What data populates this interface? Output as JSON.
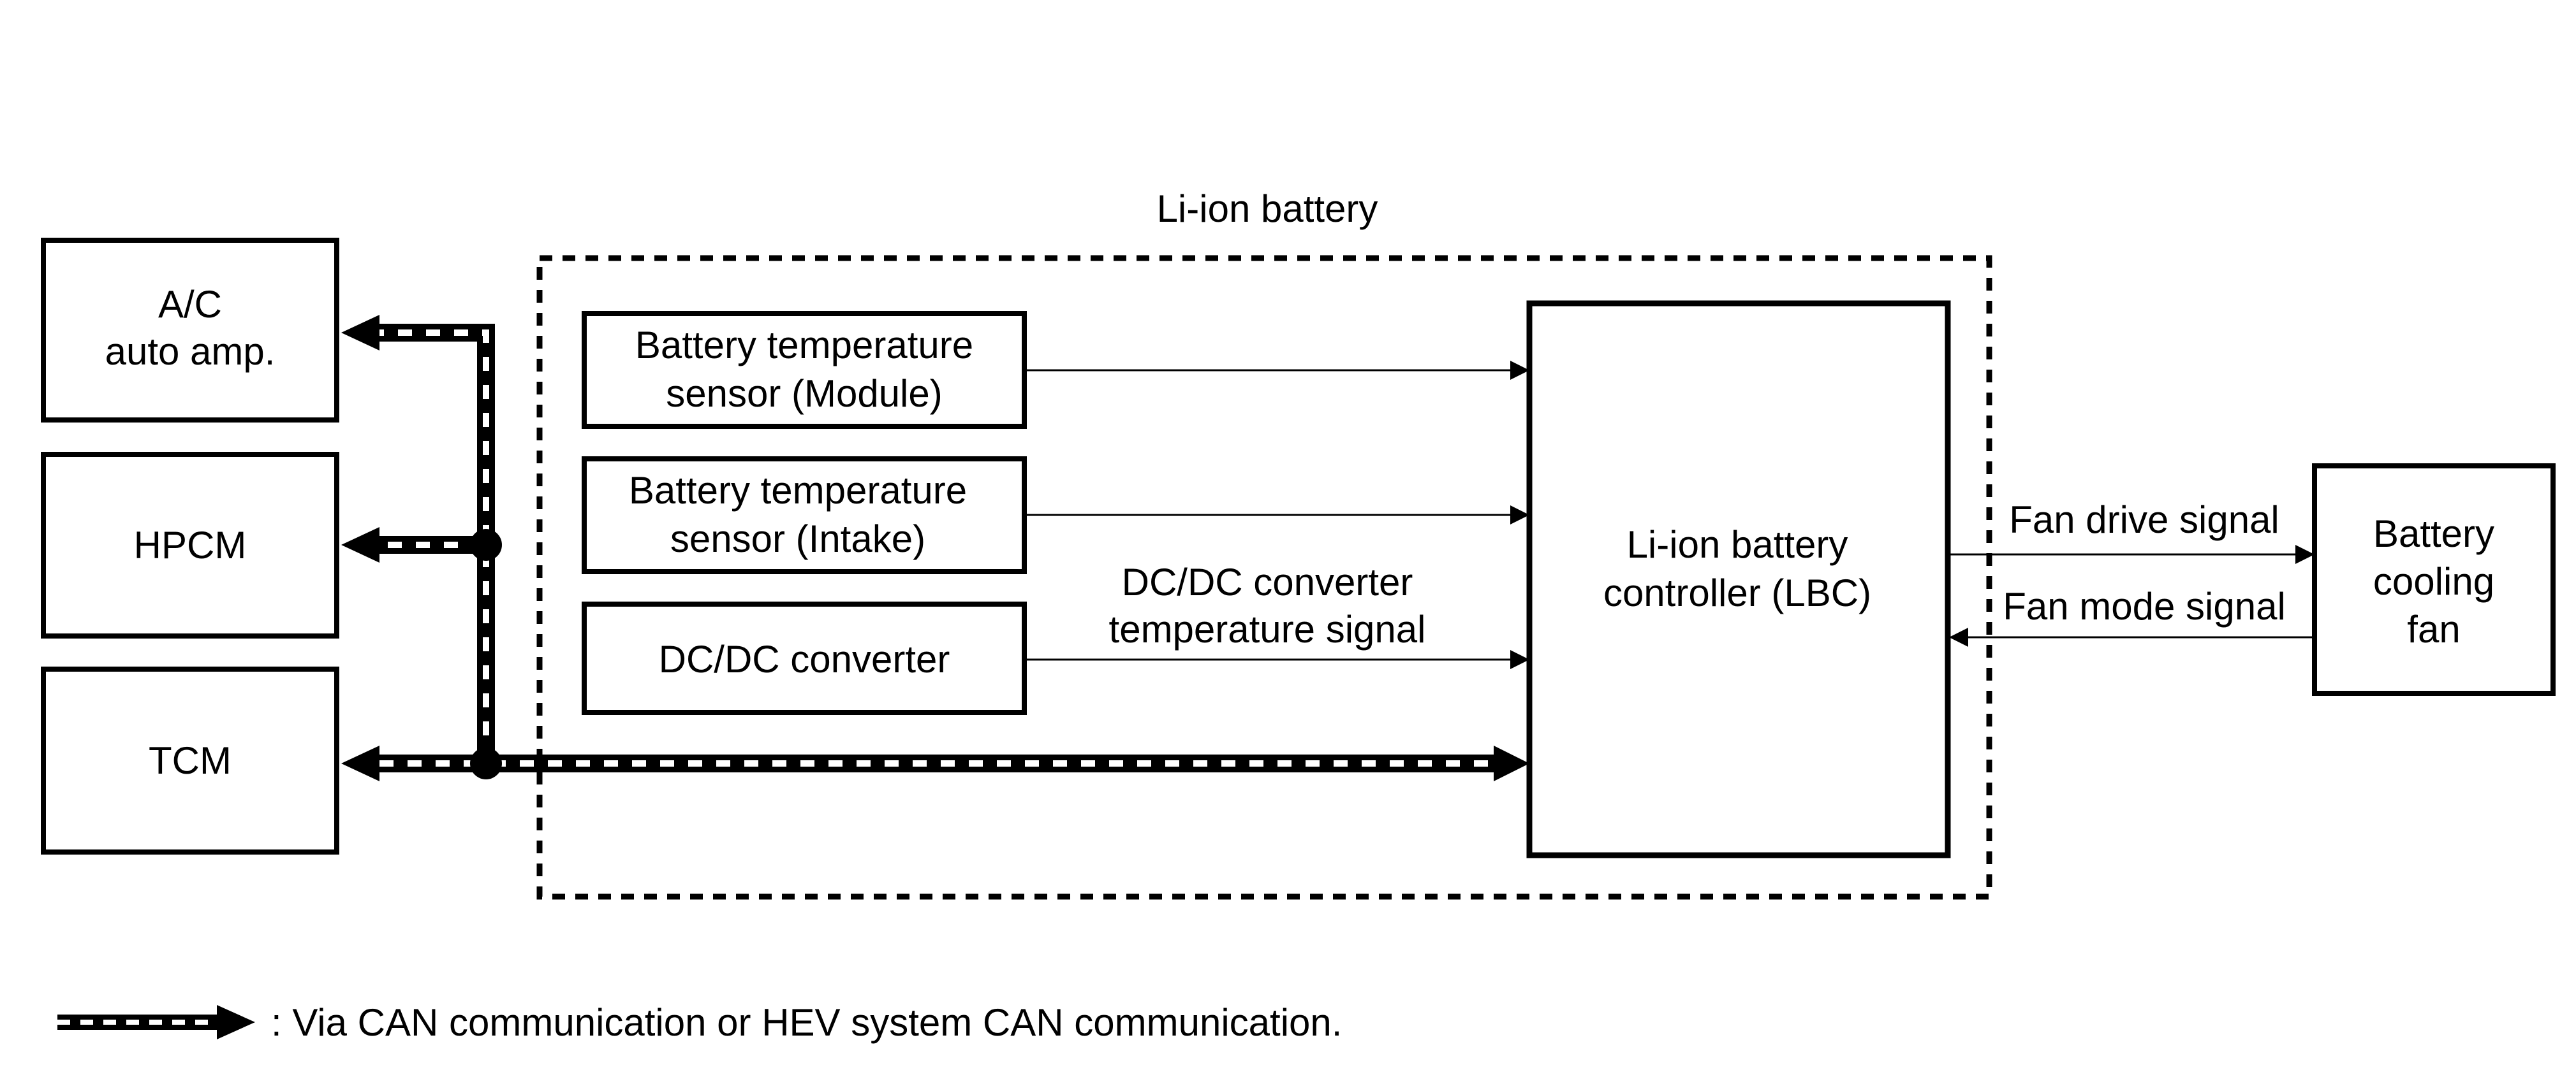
{
  "diagram": {
    "group_title": "Li-ion battery",
    "blocks": {
      "ac_amp": [
        "A/C",
        "auto amp."
      ],
      "hpcm": [
        "HPCM"
      ],
      "tcm": [
        "TCM"
      ],
      "sensor_module": [
        "Battery temperature",
        "sensor (Module)"
      ],
      "sensor_intake": [
        "Battery temperature",
        "sensor (Intake)"
      ],
      "dcdc": [
        "DC/DC converter"
      ],
      "lbc": [
        "Li-ion battery",
        "controller (LBC)"
      ],
      "fan": [
        "Battery",
        "cooling",
        "fan"
      ]
    },
    "signals": {
      "dcdc_temp": [
        "DC/DC converter",
        "temperature signal"
      ],
      "fan_drive": "Fan drive signal",
      "fan_mode": "Fan mode signal"
    },
    "legend": {
      "text": ": Via CAN communication or HEV system CAN communication."
    }
  },
  "colors": {
    "line": "#000000",
    "background": "#ffffff"
  }
}
